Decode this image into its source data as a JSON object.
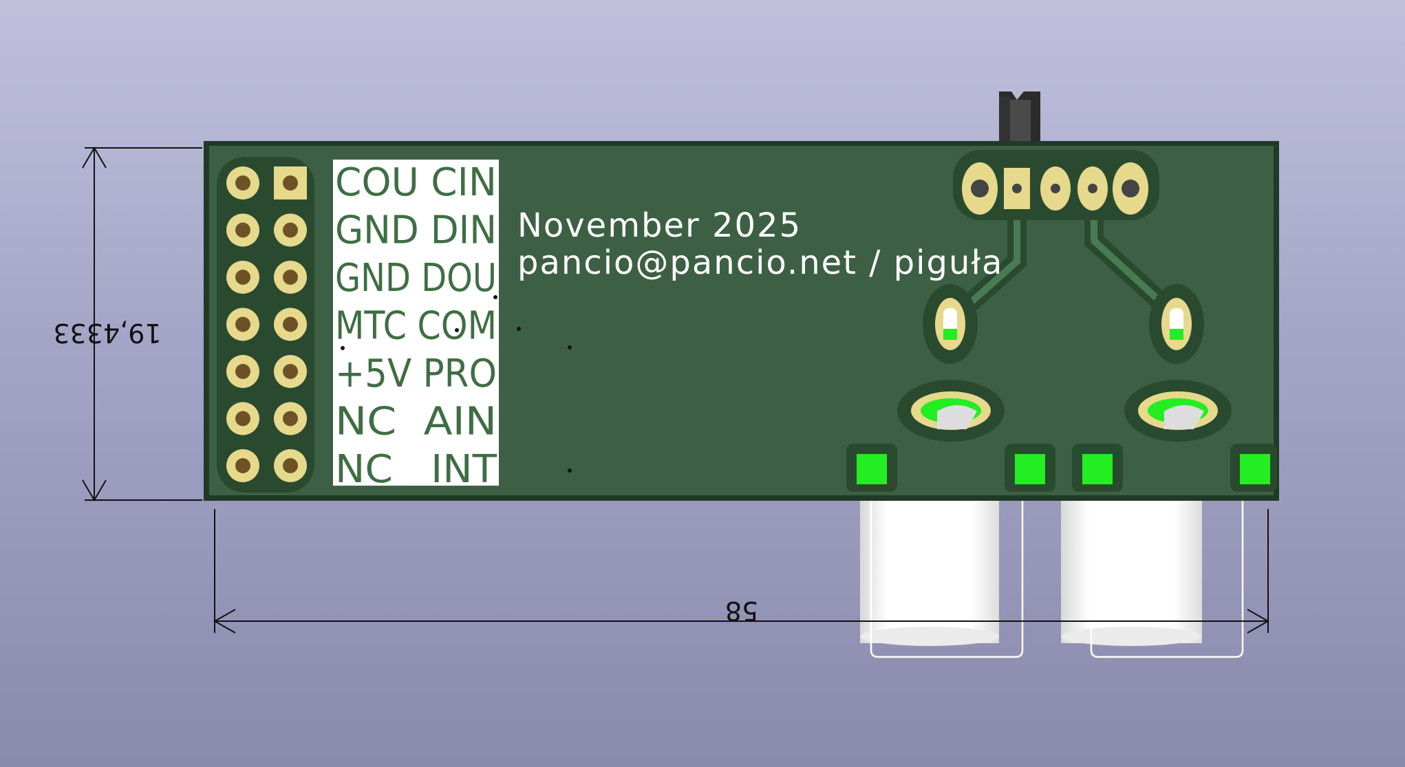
{
  "viewer": {
    "background_top": "#c0c0dd",
    "background_bottom": "#8a8aad"
  },
  "board": {
    "soldermask_color": "#3a5f3f",
    "edge_color": "#1f3a26",
    "pad_color": "#e6d98c",
    "smd_pad_color": "#22ee22",
    "silkscreen_color": "#ffffff",
    "silk": {
      "date_line": "November 2025",
      "author_line": "pancio@pancio.net / piguła"
    },
    "pin_labels": {
      "rows": [
        "COU CIN",
        "GND DIN",
        "GND DOU",
        "MTC COM",
        "+5V PRO",
        "NC  AIN",
        "NC   INT"
      ]
    },
    "header_pins": {
      "rows": 7,
      "columns": 2
    }
  },
  "dimensions": {
    "height_label": "19,4333",
    "width_label": "58"
  },
  "components": {
    "connectors": [
      "rca-jack-left",
      "rca-jack-right"
    ],
    "switch": "toggle-switch"
  }
}
